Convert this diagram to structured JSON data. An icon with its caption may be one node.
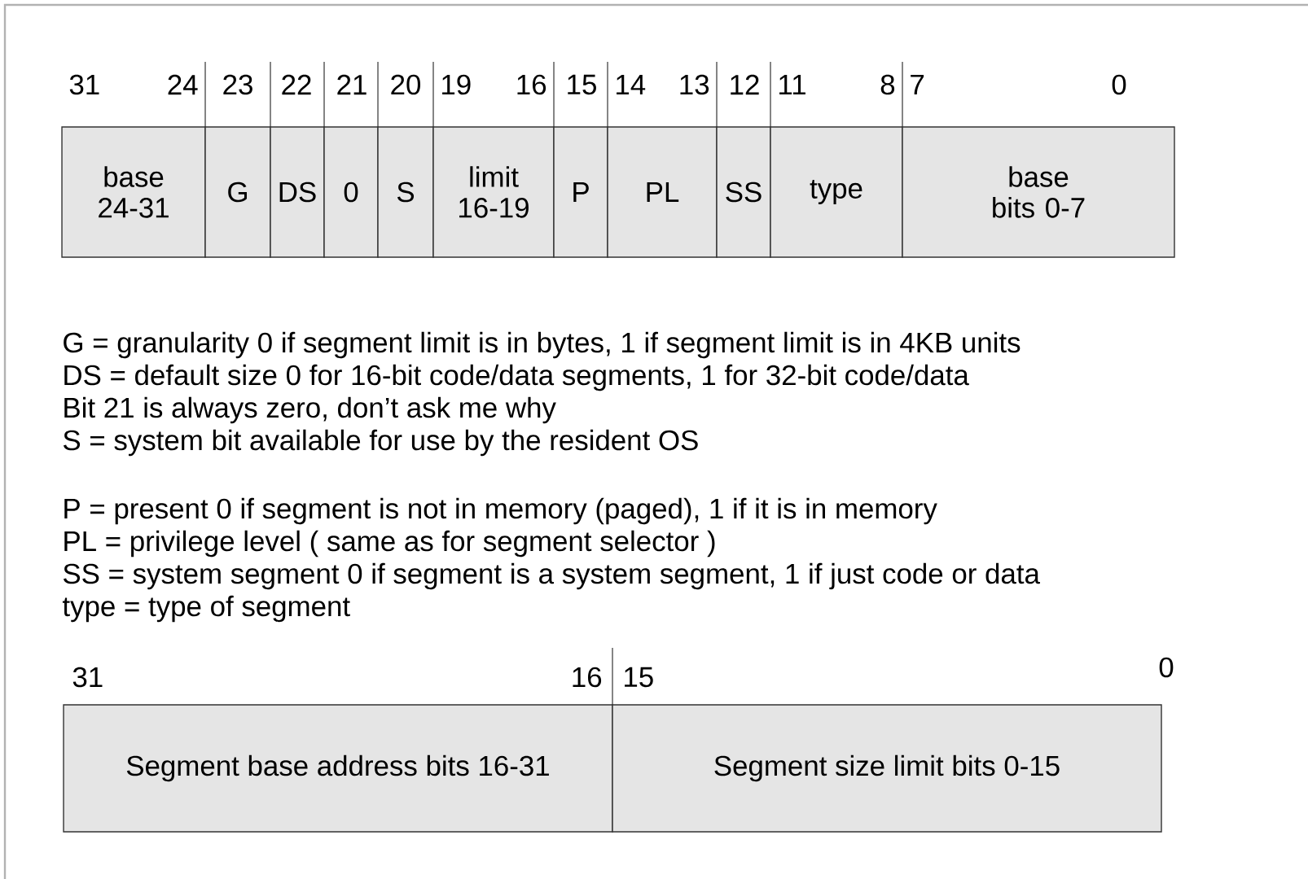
{
  "diagram": {
    "nodes": [
      {
        "text": [
          "base 24-31"
        ]
      },
      {
        "text": [
          "G"
        ]
      },
      {
        "text": [
          "DS"
        ]
      },
      {
        "text": [
          "0"
        ]
      },
      {
        "text": [
          "S"
        ]
      },
      {
        "text": [
          "limit 16-19"
        ]
      },
      {
        "text": [
          "P"
        ]
      },
      {
        "text": [
          "PL"
        ]
      },
      {
        "text": [
          "SS"
        ]
      },
      {
        "text": [
          "type"
        ]
      },
      {
        "text": [
          "base bits 0-7"
        ]
      },
      {
        "text": [
          "Segment base address bits 16-31"
        ]
      },
      {
        "text": [
          "Segment size limit bits 0-15"
        ]
      }
    ],
    "labels": [
      "31",
      "24",
      "23",
      "22",
      "21",
      "20",
      "19",
      "16",
      "15",
      "14",
      "13",
      "12",
      "11",
      "8",
      "7",
      "0",
      "G = granularity  0 if segment limit is in bytes, 1 if segment limit is in 4KB units",
      "DS = default size   0 for 16-bit code/data segments, 1 for 32-bit code/data",
      "Bit 21 is always zero, don’t ask me why",
      "S = system bit available for use by the resident OS",
      "P = present   0 if segment is not in memory (paged), 1 if it is in memory",
      "PL = privilege level ( same as for segment selector )",
      "SS = system segment  0 if segment is a system segment, 1 if just code or data",
      "type = type of segment",
      "31",
      "16",
      "15",
      "0"
    ]
  }
}
